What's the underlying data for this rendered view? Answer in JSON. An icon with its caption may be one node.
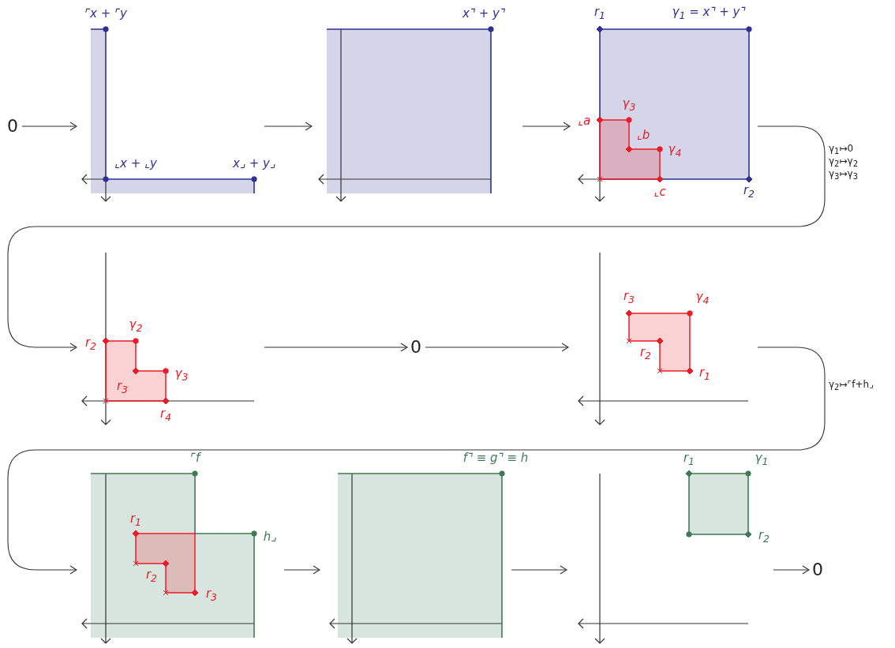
{
  "diagram": {
    "nodes": [
      {
        "text": [
          "0"
        ]
      },
      {
        "text": [
          "⌜x + ⌜y",
          "⌞x + ⌞y",
          "x⌟ + y⌟"
        ]
      },
      {
        "text": [
          "x⌝ + y⌝"
        ]
      },
      {
        "text": [
          "r$_{1}$",
          "γ$_{1}$ = x⌝ + y⌝",
          "⌞a",
          "γ$_{3}$",
          "⌞b",
          "γ$_{4}$",
          "⌞c",
          "r$_{2}$"
        ]
      },
      {
        "text": [
          "γ$_{2}$",
          "r$_{2}$",
          "γ$_{3}$",
          "r$_{3}$",
          "r$_{4}$"
        ]
      },
      {
        "text": [
          "0"
        ]
      },
      {
        "text": [
          "r$_{3}$",
          "γ$_{4}$",
          "r$_{2}$",
          "r$_{1}$"
        ]
      },
      {
        "text": [
          "⌜f",
          "r$_{1}$",
          "h⌟",
          "r$_{2}$",
          "r$_{3}$"
        ]
      },
      {
        "text": [
          "f⌝ ≡ g⌝ ≡ h"
        ]
      },
      {
        "text": [
          "r$_{1}$",
          "γ$_{1}$",
          "r$_{2}$"
        ]
      },
      {
        "text": [
          "0"
        ]
      }
    ],
    "edges": [
      {
        "from": 0,
        "to": 1,
        "arrow": "to"
      },
      {
        "from": 1,
        "to": 2,
        "arrow": "to"
      },
      {
        "from": 2,
        "to": 3,
        "arrow": "to"
      },
      {
        "from": 3,
        "to": 4,
        "arrow": "to",
        "label": "γ$_{1}$↦0 γ$_{2}$↦γ$_{2}$ γ$_{3}$↦γ$_{3}$"
      },
      {
        "from": 4,
        "to": 5,
        "arrow": "to"
      },
      {
        "from": 5,
        "to": 6,
        "arrow": "to"
      },
      {
        "from": 6,
        "to": 7,
        "arrow": "to",
        "label": "γ$_{2}$↦⌜f+h⌟"
      },
      {
        "from": 7,
        "to": 8,
        "arrow": "to"
      },
      {
        "from": 8,
        "to": 9,
        "arrow": "to"
      },
      {
        "from": 9,
        "to": 10,
        "arrow": "to"
      }
    ]
  }
}
